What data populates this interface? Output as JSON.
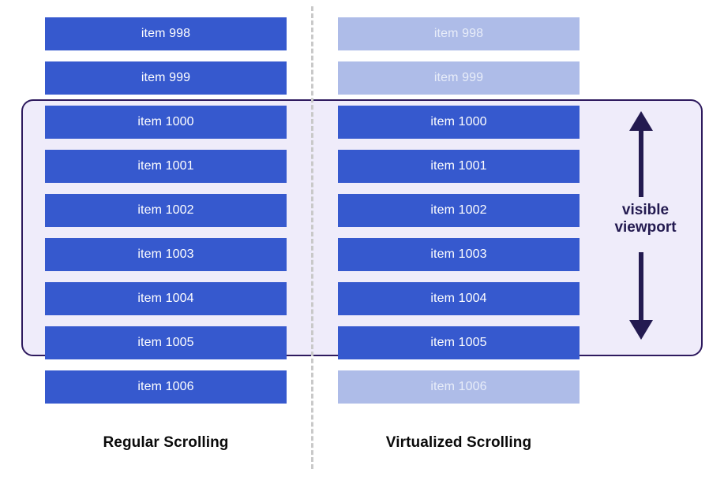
{
  "diagram": {
    "title": "Regular Scrolling vs Virtualized Scrolling",
    "colors": {
      "item_solid": "#3659CE",
      "item_faded": "#AEBCE8",
      "viewport_fill": "#EFECFA",
      "viewport_border": "#2E1A5E",
      "divider": "#C9C9C9",
      "arrow": "#231A50",
      "caption_text": "#0A0A0A",
      "item_text": "#FFFFFF"
    }
  },
  "left_column": {
    "caption": "Regular Scrolling",
    "items": [
      {
        "label": "item 998",
        "state": "solid"
      },
      {
        "label": "item 999",
        "state": "solid"
      },
      {
        "label": "item 1000",
        "state": "solid"
      },
      {
        "label": "item 1001",
        "state": "solid"
      },
      {
        "label": "item 1002",
        "state": "solid"
      },
      {
        "label": "item 1003",
        "state": "solid"
      },
      {
        "label": "item 1004",
        "state": "solid"
      },
      {
        "label": "item 1005",
        "state": "solid"
      },
      {
        "label": "item 1006",
        "state": "solid"
      }
    ]
  },
  "right_column": {
    "caption": "Virtualized Scrolling",
    "items": [
      {
        "label": "item 998",
        "state": "faded"
      },
      {
        "label": "item 999",
        "state": "faded"
      },
      {
        "label": "item 1000",
        "state": "solid"
      },
      {
        "label": "item 1001",
        "state": "solid"
      },
      {
        "label": "item 1002",
        "state": "solid"
      },
      {
        "label": "item 1003",
        "state": "solid"
      },
      {
        "label": "item 1004",
        "state": "solid"
      },
      {
        "label": "item 1005",
        "state": "solid"
      },
      {
        "label": "item 1006",
        "state": "faded"
      }
    ]
  },
  "viewport": {
    "label_line1": "visible",
    "label_line2": "viewport",
    "arrow_icon": "double-headed-vertical-arrow-icon",
    "covers_items": [
      "item 1000",
      "item 1001",
      "item 1002",
      "item 1003",
      "item 1004",
      "item 1005"
    ]
  }
}
